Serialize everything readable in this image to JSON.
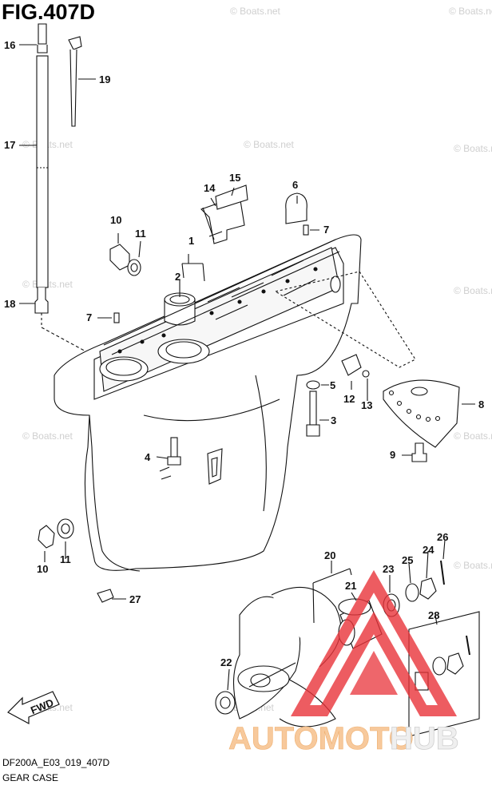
{
  "figure": {
    "title": "FIG.407D",
    "code": "DF200A_E03_019_407D",
    "caption": "GEAR CASE"
  },
  "watermarks": {
    "site": "© Boats.net",
    "brand_prefix": "AUTOMOTO",
    "brand_suffix": "HUB",
    "brand_colors": {
      "prefix": "#f7c99c",
      "suffix": "#eeeeee",
      "triangle": "#e8333a"
    }
  },
  "fwd_arrow": "FWD",
  "callouts": [
    {
      "id": "c1",
      "n": "1"
    },
    {
      "id": "c2",
      "n": "2"
    },
    {
      "id": "c3",
      "n": "3"
    },
    {
      "id": "c4",
      "n": "4"
    },
    {
      "id": "c5",
      "n": "5"
    },
    {
      "id": "c6",
      "n": "6"
    },
    {
      "id": "c7a",
      "n": "7"
    },
    {
      "id": "c7b",
      "n": "7"
    },
    {
      "id": "c8",
      "n": "8"
    },
    {
      "id": "c9",
      "n": "9"
    },
    {
      "id": "c10a",
      "n": "10"
    },
    {
      "id": "c10b",
      "n": "10"
    },
    {
      "id": "c11a",
      "n": "11"
    },
    {
      "id": "c11b",
      "n": "11"
    },
    {
      "id": "c12",
      "n": "12"
    },
    {
      "id": "c13",
      "n": "13"
    },
    {
      "id": "c14",
      "n": "14"
    },
    {
      "id": "c15",
      "n": "15"
    },
    {
      "id": "c16",
      "n": "16"
    },
    {
      "id": "c17",
      "n": "17"
    },
    {
      "id": "c18",
      "n": "18"
    },
    {
      "id": "c19",
      "n": "19"
    },
    {
      "id": "c20",
      "n": "20"
    },
    {
      "id": "c21",
      "n": "21"
    },
    {
      "id": "c22",
      "n": "22"
    },
    {
      "id": "c23",
      "n": "23"
    },
    {
      "id": "c24",
      "n": "24"
    },
    {
      "id": "c25",
      "n": "25"
    },
    {
      "id": "c26",
      "n": "26"
    },
    {
      "id": "c27",
      "n": "27"
    },
    {
      "id": "c28",
      "n": "28"
    }
  ]
}
